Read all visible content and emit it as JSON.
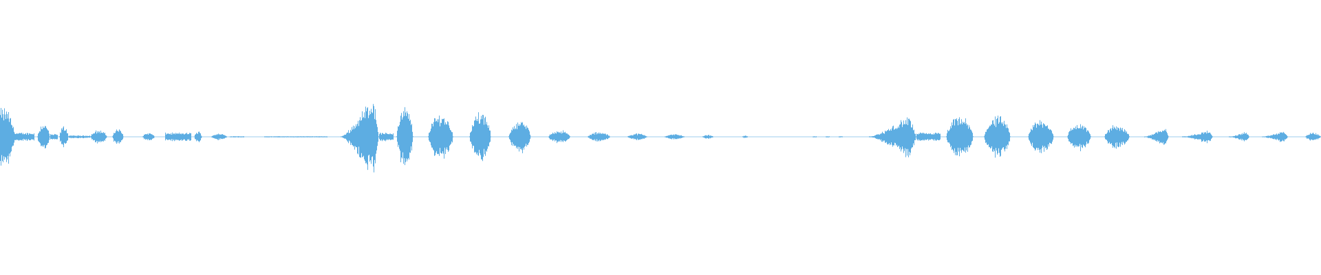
{
  "waveform": {
    "color": "#5dade2",
    "background": "#ffffff",
    "segments": [
      {
        "start": 0.0,
        "end": 0.012,
        "amp": 0.21,
        "shape": "flat",
        "env": "spike"
      },
      {
        "start": 0.012,
        "end": 0.026,
        "amp": 0.03,
        "shape": "flat"
      },
      {
        "start": 0.028,
        "end": 0.038,
        "amp": 0.1,
        "shape": "bump"
      },
      {
        "start": 0.038,
        "end": 0.044,
        "amp": 0.02,
        "shape": "flat"
      },
      {
        "start": 0.045,
        "end": 0.052,
        "amp": 0.08,
        "shape": "bump"
      },
      {
        "start": 0.052,
        "end": 0.068,
        "amp": 0.01,
        "shape": "flat"
      },
      {
        "start": 0.068,
        "end": 0.081,
        "amp": 0.05,
        "shape": "bump"
      },
      {
        "start": 0.085,
        "end": 0.094,
        "amp": 0.06,
        "shape": "bump"
      },
      {
        "start": 0.108,
        "end": 0.117,
        "amp": 0.03,
        "shape": "bump"
      },
      {
        "start": 0.125,
        "end": 0.145,
        "amp": 0.03,
        "shape": "flat"
      },
      {
        "start": 0.147,
        "end": 0.153,
        "amp": 0.04,
        "shape": "bump"
      },
      {
        "start": 0.16,
        "end": 0.172,
        "amp": 0.025,
        "shape": "bump"
      },
      {
        "start": 0.174,
        "end": 0.185,
        "amp": 0.005,
        "shape": "flat"
      },
      {
        "start": 0.2,
        "end": 0.248,
        "amp": 0.004,
        "shape": "flat"
      },
      {
        "start": 0.258,
        "end": 0.287,
        "amp": 0.32,
        "shape": "rise-peak"
      },
      {
        "start": 0.287,
        "end": 0.298,
        "amp": 0.03,
        "shape": "flat"
      },
      {
        "start": 0.3,
        "end": 0.313,
        "amp": 0.22,
        "shape": "bump"
      },
      {
        "start": 0.324,
        "end": 0.343,
        "amp": 0.17,
        "shape": "bump"
      },
      {
        "start": 0.355,
        "end": 0.372,
        "amp": 0.18,
        "shape": "bump"
      },
      {
        "start": 0.385,
        "end": 0.402,
        "amp": 0.12,
        "shape": "bump"
      },
      {
        "start": 0.415,
        "end": 0.432,
        "amp": 0.05,
        "shape": "bump"
      },
      {
        "start": 0.445,
        "end": 0.462,
        "amp": 0.035,
        "shape": "bump"
      },
      {
        "start": 0.475,
        "end": 0.49,
        "amp": 0.025,
        "shape": "bump"
      },
      {
        "start": 0.503,
        "end": 0.518,
        "amp": 0.02,
        "shape": "bump"
      },
      {
        "start": 0.532,
        "end": 0.54,
        "amp": 0.015,
        "shape": "bump"
      },
      {
        "start": 0.562,
        "end": 0.566,
        "amp": 0.01,
        "shape": "bump"
      },
      {
        "start": 0.615,
        "end": 0.618,
        "amp": 0.004,
        "shape": "flat"
      },
      {
        "start": 0.625,
        "end": 0.628,
        "amp": 0.004,
        "shape": "flat"
      },
      {
        "start": 0.635,
        "end": 0.638,
        "amp": 0.004,
        "shape": "flat"
      },
      {
        "start": 0.658,
        "end": 0.694,
        "amp": 0.16,
        "shape": "rise-peak"
      },
      {
        "start": 0.694,
        "end": 0.712,
        "amp": 0.03,
        "shape": "flat"
      },
      {
        "start": 0.716,
        "end": 0.737,
        "amp": 0.15,
        "shape": "bump"
      },
      {
        "start": 0.745,
        "end": 0.765,
        "amp": 0.15,
        "shape": "bump"
      },
      {
        "start": 0.778,
        "end": 0.798,
        "amp": 0.13,
        "shape": "bump"
      },
      {
        "start": 0.808,
        "end": 0.826,
        "amp": 0.1,
        "shape": "bump"
      },
      {
        "start": 0.836,
        "end": 0.855,
        "amp": 0.09,
        "shape": "bump"
      },
      {
        "start": 0.866,
        "end": 0.885,
        "amp": 0.08,
        "shape": "rise-peak"
      },
      {
        "start": 0.895,
        "end": 0.918,
        "amp": 0.05,
        "shape": "rise-peak"
      },
      {
        "start": 0.93,
        "end": 0.946,
        "amp": 0.04,
        "shape": "rise-peak"
      },
      {
        "start": 0.955,
        "end": 0.975,
        "amp": 0.045,
        "shape": "rise-peak"
      },
      {
        "start": 0.988,
        "end": 1.0,
        "amp": 0.03,
        "shape": "bump"
      }
    ]
  }
}
